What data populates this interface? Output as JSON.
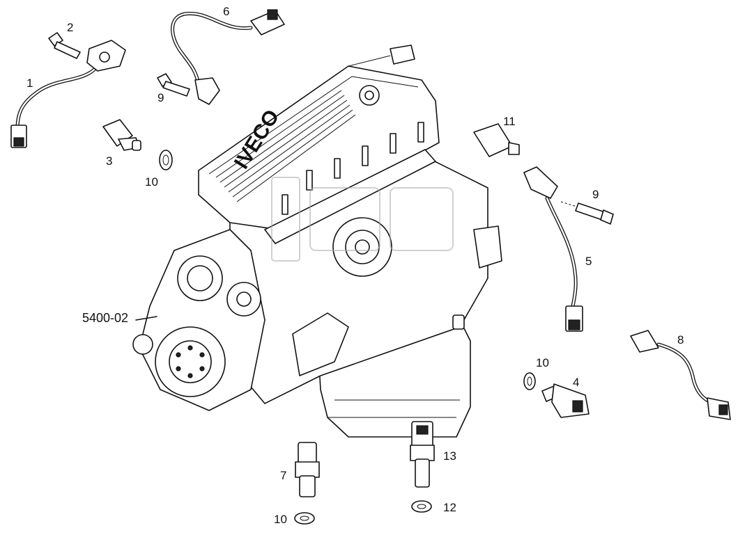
{
  "diagram": {
    "code": "5400-02",
    "brand": "IVECO",
    "callouts": [
      {
        "id": "c1",
        "label": "1"
      },
      {
        "id": "c2",
        "label": "2"
      },
      {
        "id": "c3",
        "label": "3"
      },
      {
        "id": "c4",
        "label": "4"
      },
      {
        "id": "c5",
        "label": "5"
      },
      {
        "id": "c6",
        "label": "6"
      },
      {
        "id": "c7",
        "label": "7"
      },
      {
        "id": "c8",
        "label": "8"
      },
      {
        "id": "c9a",
        "label": "9"
      },
      {
        "id": "c9b",
        "label": "9"
      },
      {
        "id": "c10a",
        "label": "10"
      },
      {
        "id": "c10b",
        "label": "10"
      },
      {
        "id": "c10c",
        "label": "10"
      },
      {
        "id": "c11",
        "label": "11"
      },
      {
        "id": "c12",
        "label": "12"
      },
      {
        "id": "c13",
        "label": "13"
      }
    ]
  }
}
